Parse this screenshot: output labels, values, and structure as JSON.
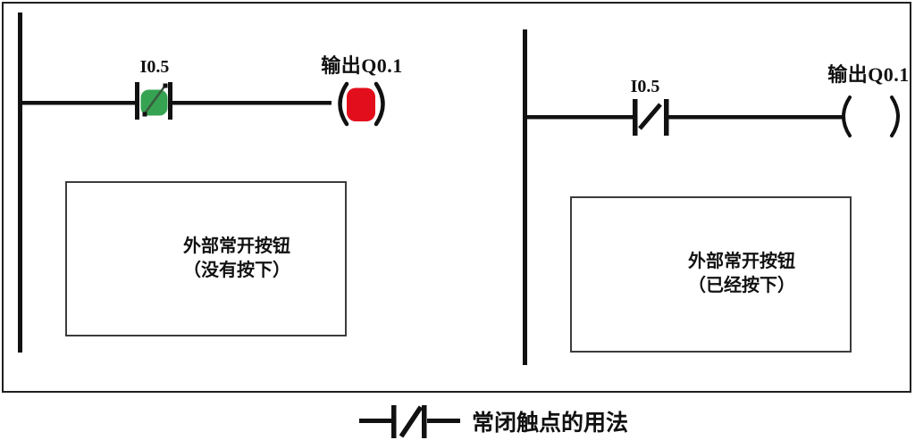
{
  "left_rung": {
    "contact_label": "I0.5",
    "coil_label": "输出Q0.1",
    "contact_state": "nc-contact-closed-active",
    "coil_state": "energized"
  },
  "right_rung": {
    "contact_label": "I0.5",
    "coil_label": "输出Q0.1",
    "contact_state": "nc-contact-open",
    "coil_state": "de-energized"
  },
  "left_callout": {
    "line1": "外部常开按钮",
    "line2": "（没有按下）"
  },
  "right_callout": {
    "line1": "外部常开按钮",
    "line2": "（已经按下）"
  },
  "legend": {
    "label": "常闭触点的用法"
  },
  "colors": {
    "line_black": "#111111",
    "active_contact_green": "#36a352",
    "energized_coil_red": "#e30e1c",
    "button_body_green": "#2f9e4c",
    "button_border_brown": "#8a6a48",
    "stem_line_red": "#e04343"
  }
}
